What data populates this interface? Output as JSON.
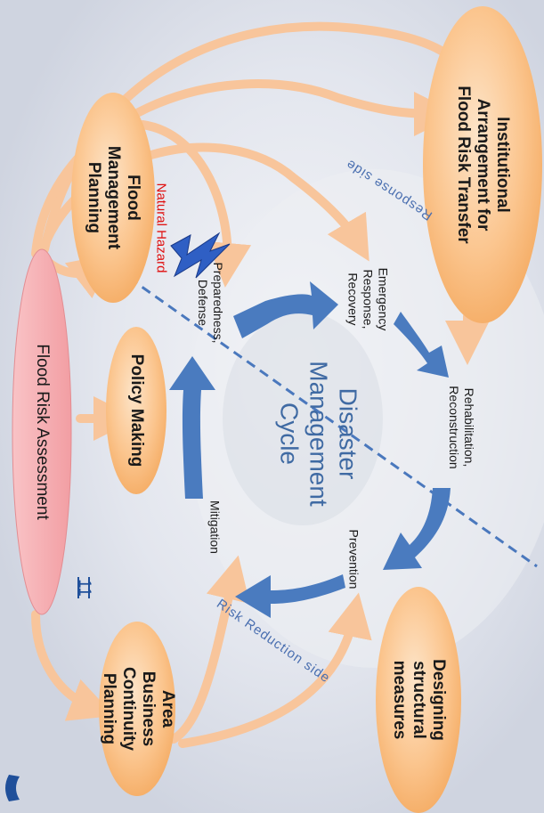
{
  "page_marker": "11",
  "nodes": {
    "flood_risk_assessment": "Flood Risk Assessment",
    "area_bcp": [
      "Area",
      "Business",
      "Continuity",
      "Planning"
    ],
    "policy_making": "Policy Making",
    "flood_management_planning": [
      "Flood",
      "Management",
      "Planning"
    ],
    "institutional_arrangement": [
      "Institutional",
      "Arrangement for",
      "Flood Risk Transfer"
    ],
    "designing_structural": [
      "Designing",
      "structural",
      "measures"
    ]
  },
  "cycle": {
    "title": [
      "Disaster",
      "Management",
      "Cycle"
    ],
    "stages": {
      "preparedness": [
        "Preparedness,",
        "Defense"
      ],
      "emergency": [
        "Emergency",
        "Response,",
        "Recovery"
      ],
      "rehabilitation": [
        "Rehabilitation,",
        "Reconstruction"
      ],
      "prevention": "Prevention",
      "mitigation": "Mitigation"
    }
  },
  "natural_hazard": "Natural Hazard",
  "sides": {
    "response": "Response side",
    "risk_reduction": "Risk Reduction side"
  },
  "colors": {
    "background": "#dfe3ec",
    "orange_node": "#fcc089",
    "pink_node": "#f7b3b7",
    "connector": "#f8c59b",
    "cycle_arrow": "#4a7bbf",
    "divider": "#4a78bd",
    "hazard_text": "#e01010"
  }
}
